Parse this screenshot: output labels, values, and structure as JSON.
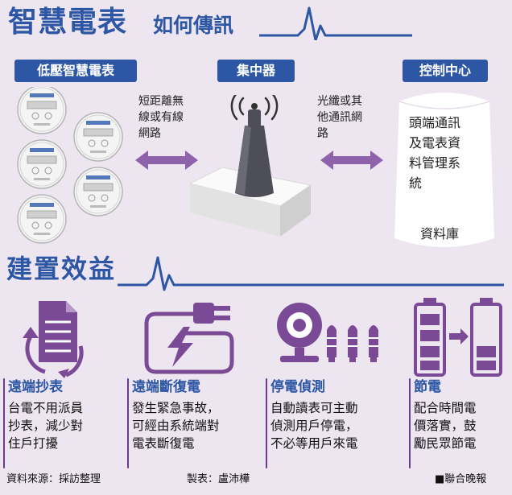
{
  "header": {
    "title_main": "智慧電表",
    "title_sub": "如何傳訊"
  },
  "nodes": {
    "meter": "低壓智慧電表",
    "hub": "集中器",
    "control": "控制中心"
  },
  "links": {
    "left": "短距離無\n線或有線\n網路",
    "right": "光纖或其\n他通訊網\n路"
  },
  "control_center": {
    "system": "頭端通訊\n及電表資\n料管理系\n統",
    "database": "資料庫"
  },
  "benefits_section": {
    "title": "建置效益",
    "items": [
      {
        "icon": "document-cycle-icon",
        "title": "遠端抄表",
        "body": "台電不用派員\n抄表，減少對\n住戶打擾"
      },
      {
        "icon": "power-plug-icon",
        "title": "遠端斷復電",
        "body": "發生緊急事故，\n可經由系統端對\n電表斷復電"
      },
      {
        "icon": "camera-bulbs-icon",
        "title": "停電偵測",
        "body": "自動讀表可主動\n偵測用戶停電，\n不必等用戶來電"
      },
      {
        "icon": "battery-icon",
        "title": "節電",
        "body": "配合時間電\n價落實，鼓\n勵民眾節電"
      }
    ]
  },
  "footer": {
    "source": "資料來源：採訪整理",
    "author": "製表：盧沛樺",
    "publisher": "■聯合晚報"
  },
  "colors": {
    "brand_blue": "#2d57a5",
    "accent_purple": "#7b4a97",
    "background": "#ede5f0"
  }
}
